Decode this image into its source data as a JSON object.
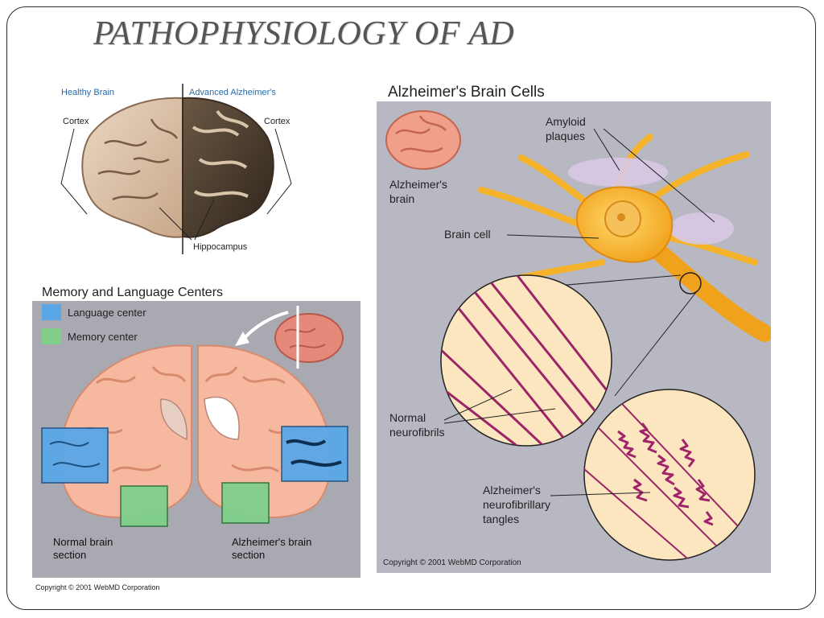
{
  "slide": {
    "title": "PATHOPHYSIOLOGY OF AD"
  },
  "brain_comparison": {
    "healthy_label": "Healthy Brain",
    "advanced_label": "Advanced Alzheimer's",
    "cortex_left": "Cortex",
    "cortex_right": "Cortex",
    "hippocampus": "Hippocampus"
  },
  "memory_language": {
    "title": "Memory and Language Centers",
    "legend": [
      {
        "label": "Language center",
        "color": "#5aa7e8"
      },
      {
        "label": "Memory center",
        "color": "#7fcf8a"
      }
    ],
    "normal_caption_line1": "Normal brain",
    "normal_caption_line2": "section",
    "alz_caption_line1": "Alzheimer's brain",
    "alz_caption_line2": "section",
    "copyright": "Copyright © 2001 WebMD Corporation"
  },
  "brain_cells": {
    "title": "Alzheimer's Brain Cells",
    "amyloid_line1": "Amyloid",
    "amyloid_line2": "plaques",
    "alz_brain_line1": "Alzheimer's",
    "alz_brain_line2": "brain",
    "brain_cell": "Brain cell",
    "normal_line1": "Normal",
    "normal_line2": "neurofibrils",
    "tangles_line1": "Alzheimer's",
    "tangles_line2": "neurofibrillary",
    "tangles_line3": "tangles",
    "copyright": "Copyright © 2001 WebMD Corporation"
  }
}
